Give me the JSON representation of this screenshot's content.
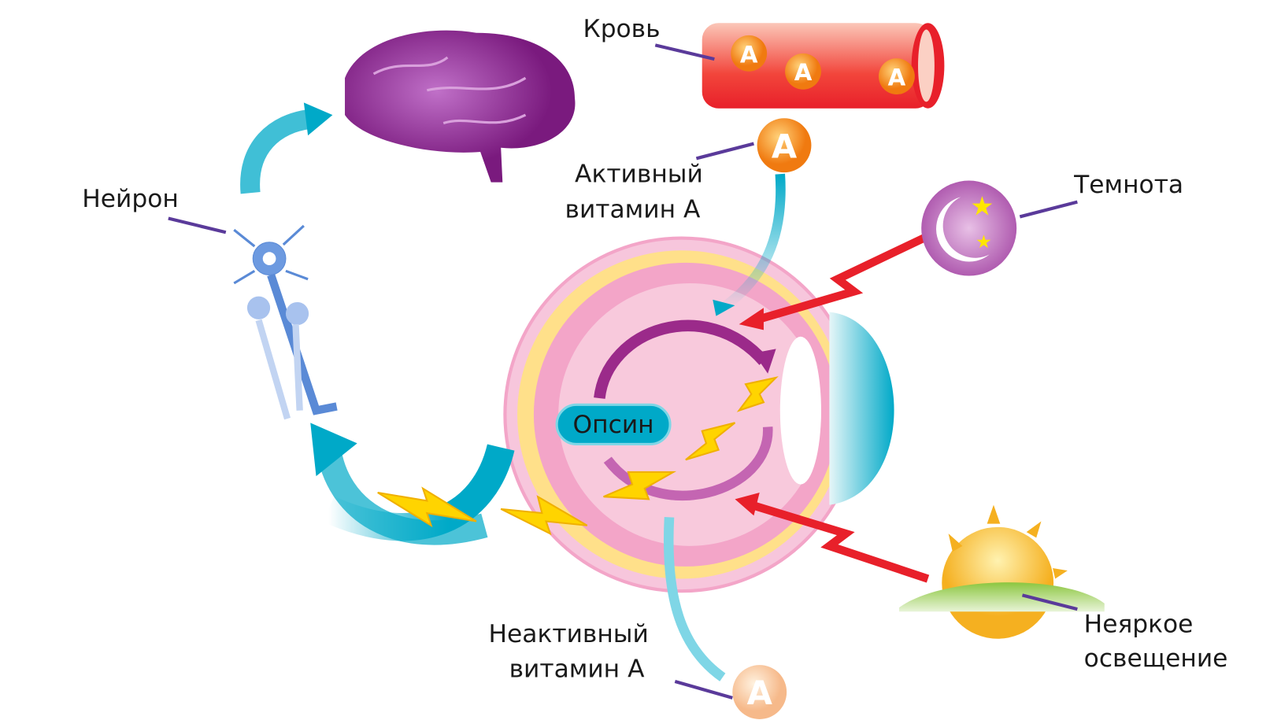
{
  "labels": {
    "blood": "Кровь",
    "active_vitamin_line1": "Активный",
    "active_vitamin_line2": "витамин А",
    "neuron": "Нейрон",
    "darkness": "Темнота",
    "opsin": "Опсин",
    "inactive_vitamin_line1": "Неактивный",
    "inactive_vitamin_line2": "витамин А",
    "dim_light_line1": "Неяркое",
    "dim_light_line2": "освещение"
  },
  "vitamin_symbol": "A",
  "colors": {
    "arrow_blue": "#00a9c8",
    "light_arrow_red": "#e8202a",
    "cycle_purple": "#9b2a8a",
    "label_line": "#5a3a9a",
    "eye_pink": "#f3a5c8",
    "brain_purple": "#8e2a8e",
    "bolt_yellow": "#ffd400"
  }
}
